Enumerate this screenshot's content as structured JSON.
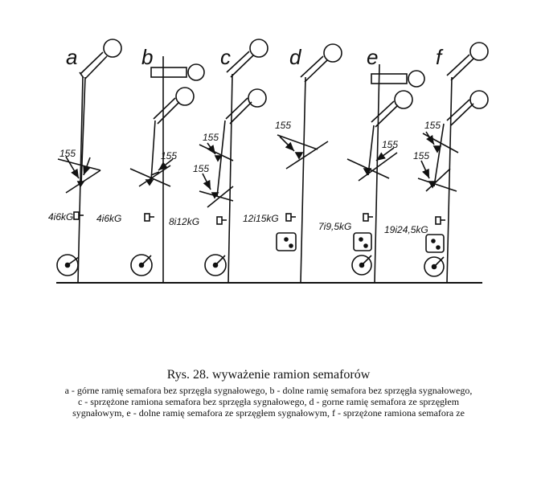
{
  "figure": {
    "variants": [
      {
        "letter": "a",
        "dims": [
          "155"
        ],
        "weight": "4i6kG"
      },
      {
        "letter": "b",
        "dims": [
          "155"
        ],
        "weight": "4i6kG"
      },
      {
        "letter": "c",
        "dims": [
          "155",
          "155"
        ],
        "weight": "8i12kG"
      },
      {
        "letter": "d",
        "dims": [
          "155"
        ],
        "weight": "12i15kG"
      },
      {
        "letter": "e",
        "dims": [
          "155"
        ],
        "weight": "7i9,5kG"
      },
      {
        "letter": "f",
        "dims": [
          "155",
          "155"
        ],
        "weight": "19i24,5kG"
      }
    ]
  },
  "caption": {
    "title": "Rys. 28. wyważenie ramion semaforów",
    "lines": [
      "a - górne ramię semafora bez sprzęgła sygnałowego, b - dolne ramię semafora bez sprzęgła sygnałowego,",
      "c - sprzężone ramiona semafora bez sprzęgła sygnałowego, d - gorne ramię semafora ze sprzęgłem",
      "sygnałowym, e - dolne ramię semafora ze sprzęgłem sygnałowym, f - sprzężone ramiona semafora ze"
    ]
  }
}
